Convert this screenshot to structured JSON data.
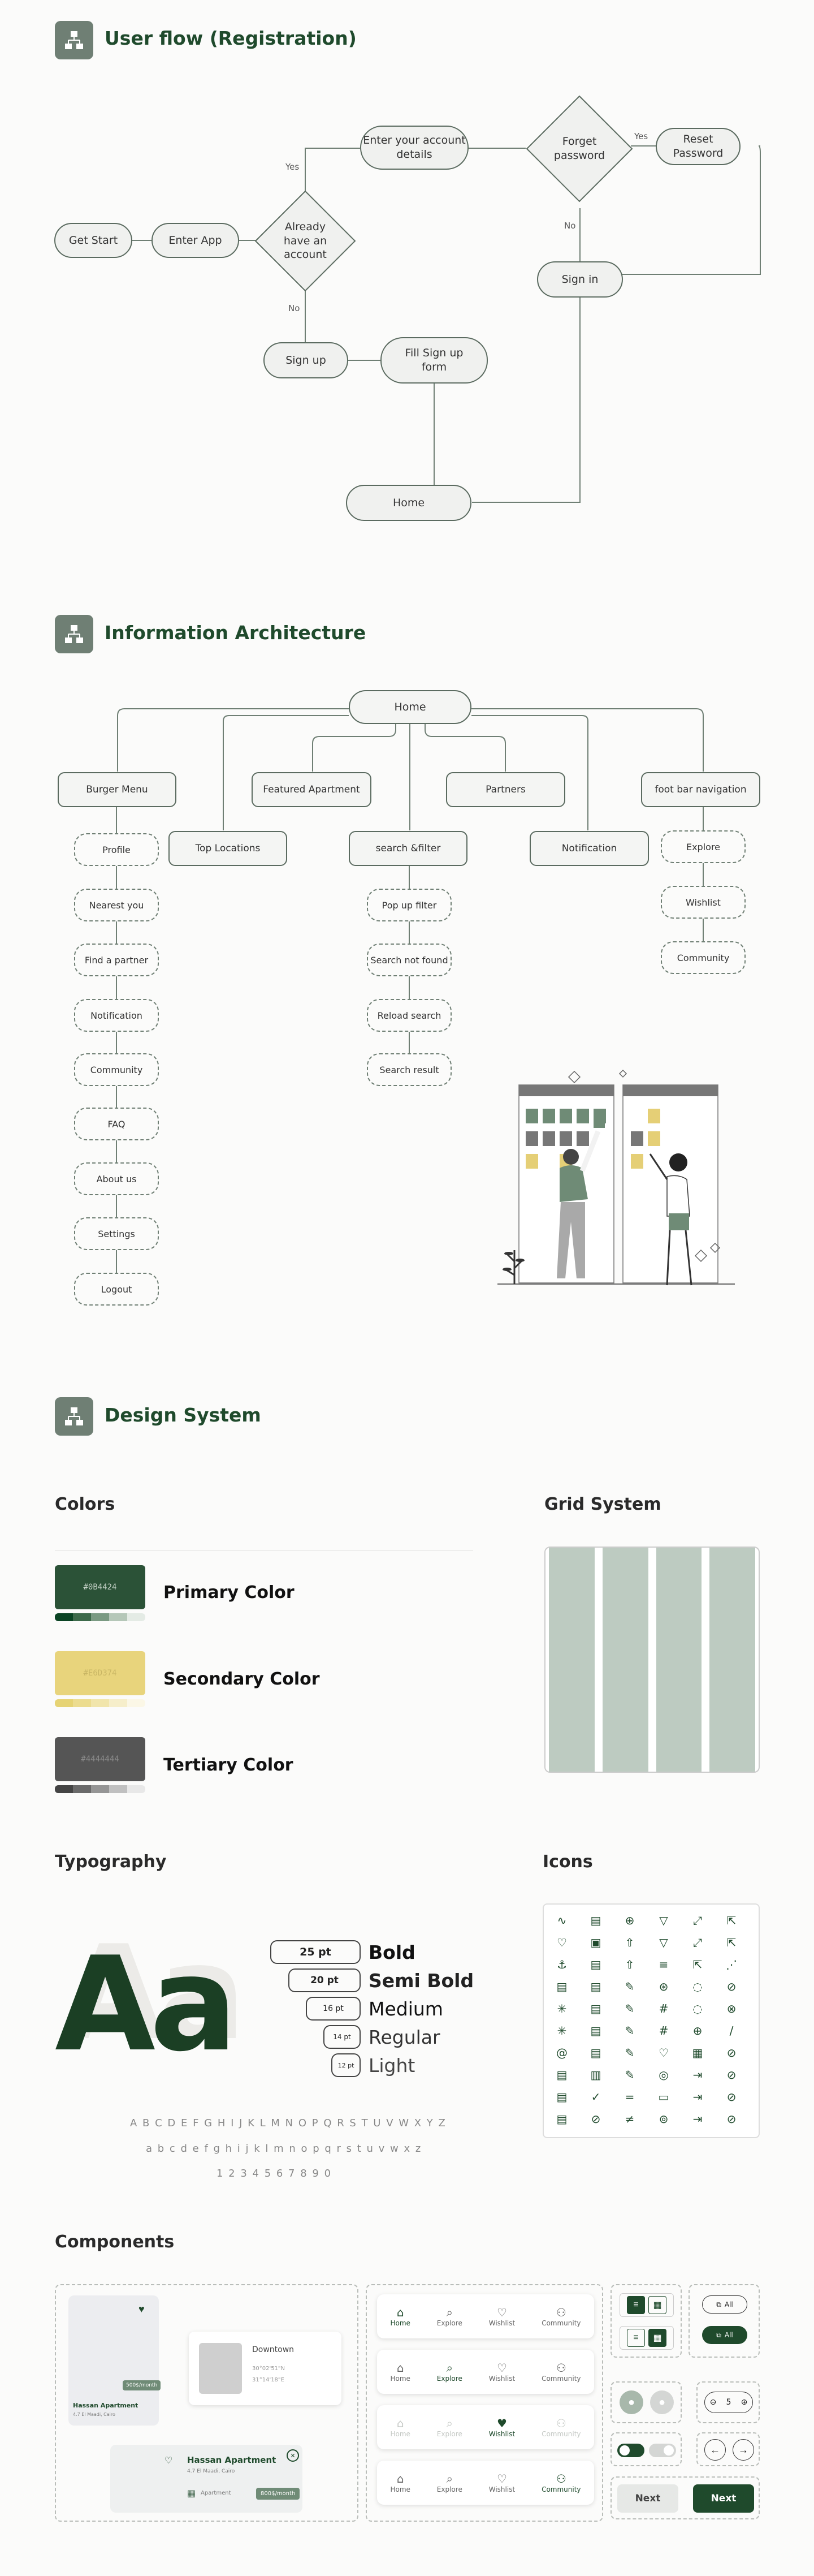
{
  "userflow": {
    "title": "User flow (Registration)",
    "nodes": {
      "get_start": "Get Start",
      "enter_app": "Enter App",
      "already_have": "Already have an account",
      "enter_details": "Enter your account details",
      "forget_password": "Forget password",
      "reset_password": "Reset Password",
      "sign_in": "Sign in",
      "sign_up": "Sign up",
      "fill_signup": "Fill Sign up form",
      "home": "Home"
    },
    "labels": {
      "yes1": "Yes",
      "no1": "No",
      "yes2": "Yes",
      "no2": "No"
    }
  },
  "ia": {
    "title": "Information Architecture",
    "home": "Home",
    "level1": [
      "Burger Menu",
      "Featured  Apartment",
      "Partners",
      "foot bar navigation"
    ],
    "level2": [
      "Top Locations",
      "search &filter",
      "Notification"
    ],
    "burger_items": [
      "Profile",
      "Nearest you",
      "Find a partner",
      "Notification",
      "Community",
      "FAQ",
      "About us",
      "Settings",
      "Logout"
    ],
    "search_items": [
      "Pop up filter",
      "Search not found",
      "Reload search",
      "Search result"
    ],
    "foot_items": [
      "Explore",
      "Wishlist",
      "Community"
    ]
  },
  "design": {
    "title": "Design System",
    "colors_title": "Colors",
    "colors": [
      {
        "hex": "#0B4424",
        "name": "Primary Color",
        "bg": "#2b5237",
        "fg": "#c6d2c8",
        "shades": [
          "#0b4424",
          "#3d6a4a",
          "#7a9a82",
          "#b5c7b8",
          "#e4ebe5"
        ]
      },
      {
        "hex": "#E6D374",
        "name": "Secondary Color",
        "bg": "#e8d47c",
        "fg": "#c9b664",
        "shades": [
          "#e6d374",
          "#ecdc8f",
          "#f1e5ab",
          "#f6eeca",
          "#fbf7e6"
        ]
      },
      {
        "hex": "#4444444",
        "name": "Tertiary Color",
        "bg": "#555555",
        "fg": "#8a8a8a",
        "shades": [
          "#444444",
          "#6a6a6a",
          "#959595",
          "#c0c0c0",
          "#e8e8e8"
        ]
      }
    ],
    "grid_title": "Grid System",
    "typography_title": "Typography",
    "sample": "Aa",
    "weights": [
      {
        "pt": "25 pt",
        "name": "Bold"
      },
      {
        "pt": "20 pt",
        "name": "Semi Bold"
      },
      {
        "pt": "16 pt",
        "name": "Medium"
      },
      {
        "pt": "14 pt",
        "name": "Regular"
      },
      {
        "pt": "12 pt",
        "name": "Light"
      }
    ],
    "upper": "A B C D E F G H I J K L M N O P Q R S T U V W X Y Z",
    "lower": "a b c d e f g h i j k l m n o p q r s t u v w x z",
    "digits": "1 2 3 4 5 6 7 8 9 0",
    "icons_title": "Icons",
    "icons": [
      "∿",
      "▤",
      "⊕",
      "▽",
      "⤢",
      "⇱",
      "♡",
      "▣",
      "⇧",
      "▽",
      "⤢",
      "⇱",
      "⚓",
      "▤",
      "⇧",
      "≡",
      "⇱",
      "⋰",
      "▤",
      "▤",
      "✎",
      "⊛",
      "◌",
      "⊘",
      "✳",
      "▤",
      "✎",
      "#",
      "◌",
      "⊗",
      "✳",
      "▤",
      "✎",
      "#",
      "⊕",
      "/",
      "@",
      "▤",
      "✎",
      "♡",
      "▦",
      "⊘",
      "▤",
      "▥",
      "✎",
      "◎",
      "⇥",
      "⊘",
      "▤",
      "✓",
      "=",
      "▭",
      "⇥",
      "⊘",
      "▤",
      "⊘",
      "≠",
      "⊚",
      "⇥",
      "⊘"
    ]
  },
  "components": {
    "title": "Components",
    "card1": {
      "price": "500$/month",
      "name": "Hassan Apartment",
      "meta": "4.7  El Maadi, Cairo"
    },
    "card2": {
      "city": "Downtown",
      "coord1": "30°02'51\"N",
      "coord2": "31°14'18\"E"
    },
    "card3": {
      "name": "Hassan Apartment",
      "meta": "4.7  El Maadi, Cairo",
      "type": "Apartment",
      "price": "800$/month"
    },
    "nav_labels": [
      "Home",
      "Explore",
      "Wishlist",
      "Community"
    ],
    "chip_all": "All",
    "stepper_value": "5",
    "next_label": "Next"
  }
}
